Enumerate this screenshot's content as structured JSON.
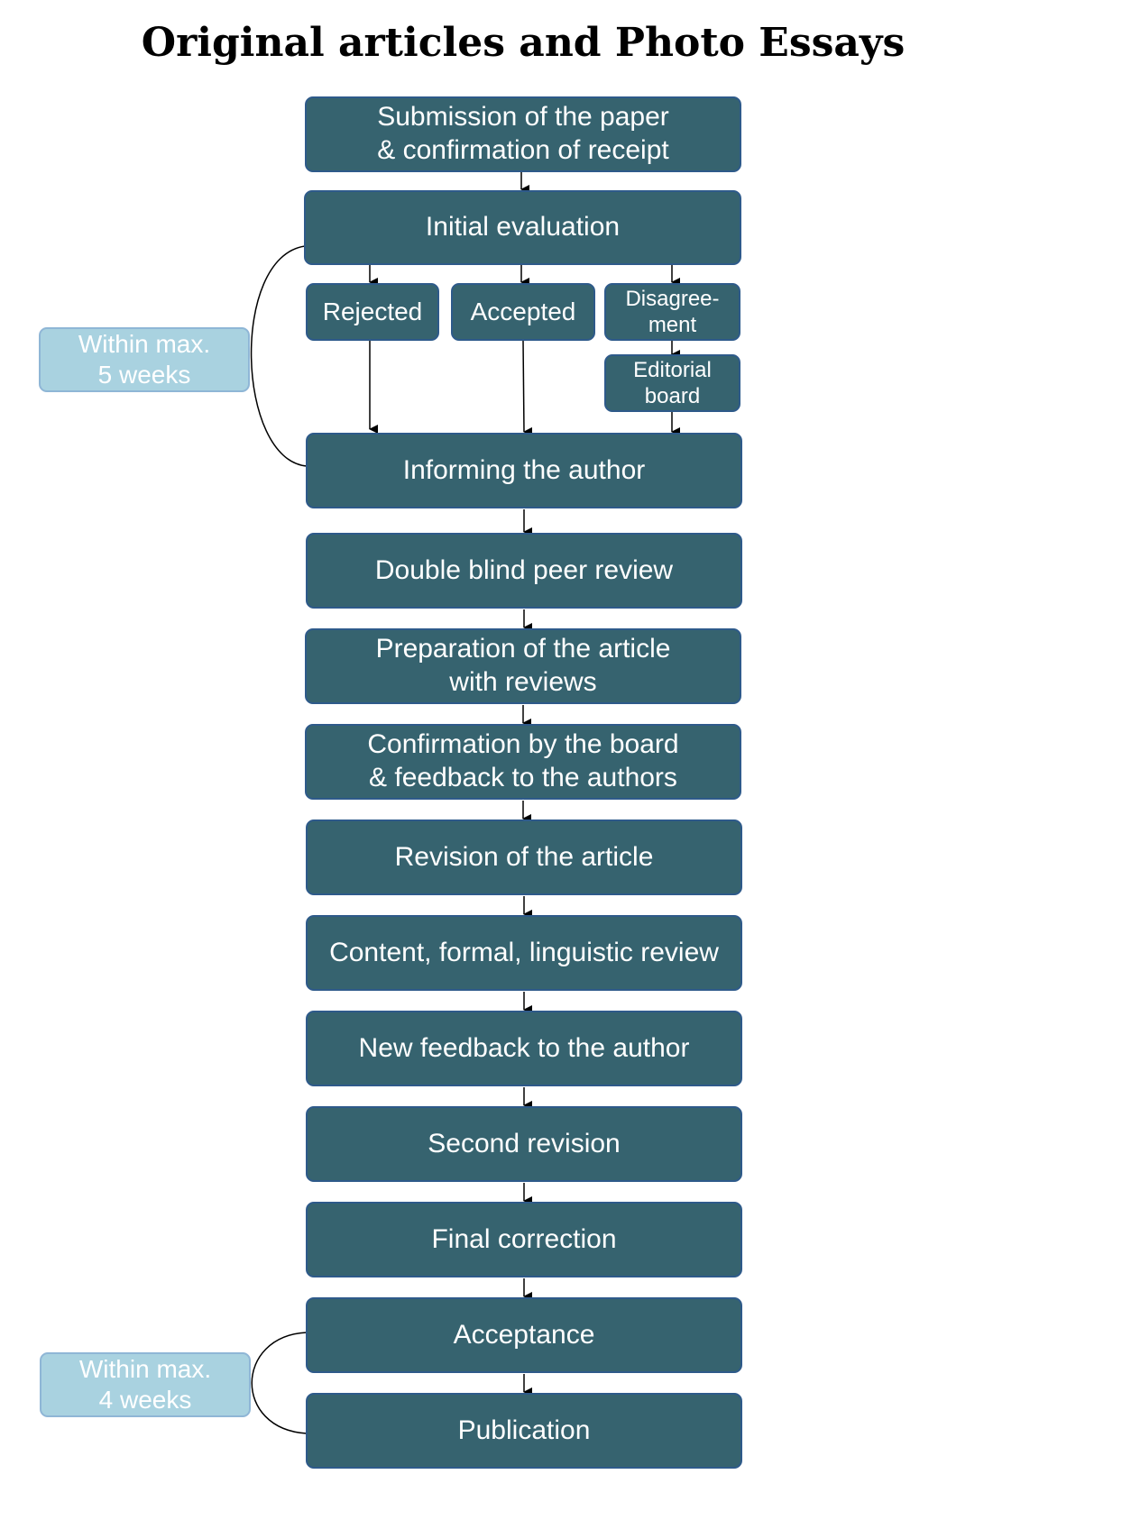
{
  "title": "Original articles and Photo Essays",
  "steps": {
    "submission": "Submission of the paper\n& confirmation of receipt",
    "initial_evaluation": "Initial evaluation",
    "rejected": "Rejected",
    "accepted": "Accepted",
    "disagreement": "Disagree-\nment",
    "editorial_board": "Editorial\nboard",
    "informing_author": "Informing the author",
    "double_blind": "Double blind peer review",
    "preparation": "Preparation of the article\nwith reviews",
    "confirmation": "Confirmation by the board\n& feedback to the authors",
    "revision": "Revision of the article",
    "content_review": "Content, formal, linguistic review",
    "new_feedback": "New feedback to the author",
    "second_revision": "Second revision",
    "final_correction": "Final correction",
    "acceptance": "Acceptance",
    "publication": "Publication"
  },
  "notes": {
    "five_weeks": "Within max.\n5 weeks",
    "four_weeks": "Within max.\n4 weeks"
  },
  "colors": {
    "box_fill": "#36636f",
    "box_border": "#2e5a8a",
    "note_fill": "#a9d2e0",
    "note_border": "#8fb6d6"
  }
}
